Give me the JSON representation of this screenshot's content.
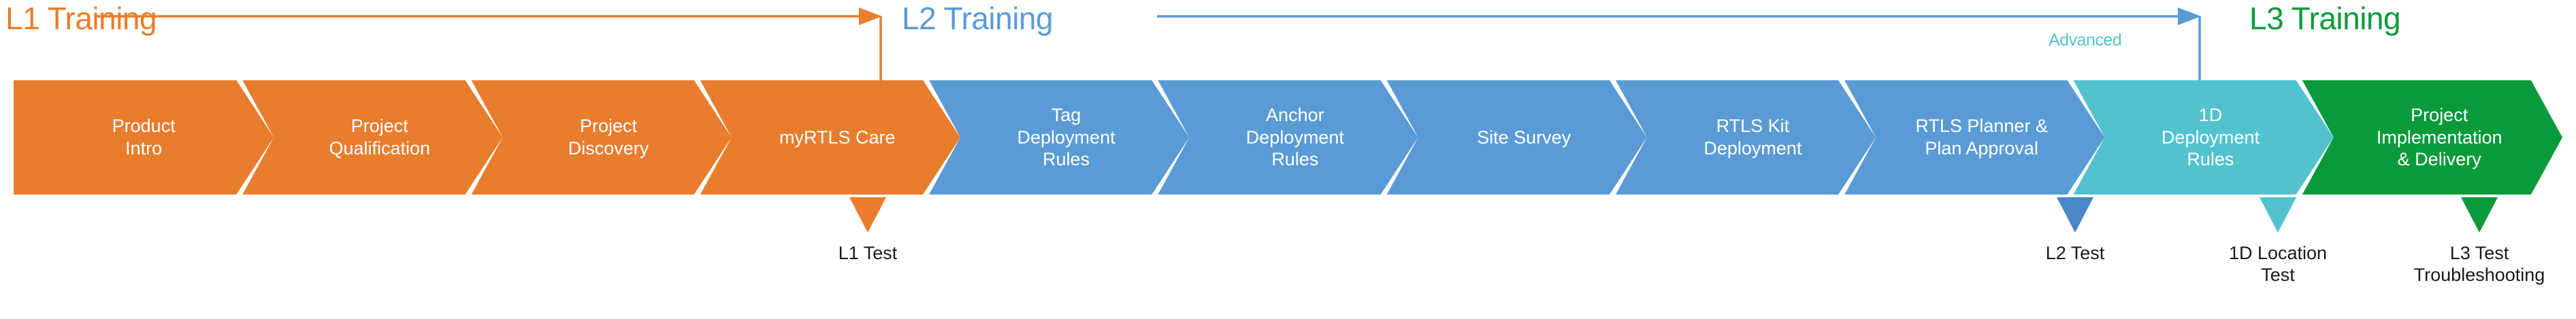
{
  "diagram": {
    "title_l1": "L1 Training",
    "title_l2": "L2 Training",
    "title_l3": "L3 Training",
    "title_advanced": "Advanced"
  },
  "colors": {
    "orange": "#E87D2E",
    "blue": "#5B9BD5",
    "teal": "#52C3CE",
    "green": "#0A9A3C",
    "white": "#FFFFFF",
    "label_text": "#1A1A1A"
  },
  "stages": [
    {
      "id": "product-intro",
      "label": "Product\nIntro",
      "color": "#E87D2E",
      "track": "L1"
    },
    {
      "id": "project-qualification",
      "label": "Project\nQualification",
      "color": "#E87D2E",
      "track": "L1"
    },
    {
      "id": "project-discovery",
      "label": "Project\nDiscovery",
      "color": "#E87D2E",
      "track": "L1"
    },
    {
      "id": "myrtls-care",
      "label": "myRTLS Care",
      "color": "#E87D2E",
      "track": "L1"
    },
    {
      "id": "tag-deployment-rules",
      "label": "Tag\nDeployment\nRules",
      "color": "#5B9BD5",
      "track": "L2"
    },
    {
      "id": "anchor-deployment-rules",
      "label": "Anchor\nDeployment\nRules",
      "color": "#5B9BD5",
      "track": "L2"
    },
    {
      "id": "site-survey",
      "label": "Site Survey",
      "color": "#5B9BD5",
      "track": "L2"
    },
    {
      "id": "rtls-kit-deployment",
      "label": "RTLS Kit\nDeployment",
      "color": "#5B9BD5",
      "track": "L2"
    },
    {
      "id": "rtls-planner-approval",
      "label": "RTLS Planner &\nPlan Approval",
      "color": "#5B9BD5",
      "track": "L2"
    },
    {
      "id": "1d-deployment-rules",
      "label": "1D\nDeployment\nRules",
      "color": "#52C3CE",
      "track": "Advanced"
    },
    {
      "id": "project-implementation",
      "label": "Project\nImplementation\n& Delivery",
      "color": "#0A9A3C",
      "track": "L3"
    }
  ],
  "test_markers": [
    {
      "id": "l1-test",
      "label": "L1 Test",
      "color": "#E87D2E"
    },
    {
      "id": "l2-test",
      "label": "L2 Test",
      "color": "#4A86C8"
    },
    {
      "id": "1d-location-test",
      "label": "1D Location\nTest",
      "color": "#52C3CE"
    },
    {
      "id": "l3-test-troubleshooting",
      "label": "L3 Test\nTroubleshooting",
      "color": "#0A9A3C"
    }
  ],
  "connectors": [
    {
      "id": "l1-connector",
      "color": "#E87D2E",
      "from_title": "L1 Training",
      "to_title": "L2 Training"
    },
    {
      "id": "l2-connector",
      "color": "#5B9BD5",
      "from_title": "L2 Training",
      "to_title": "L3 Training"
    }
  ]
}
